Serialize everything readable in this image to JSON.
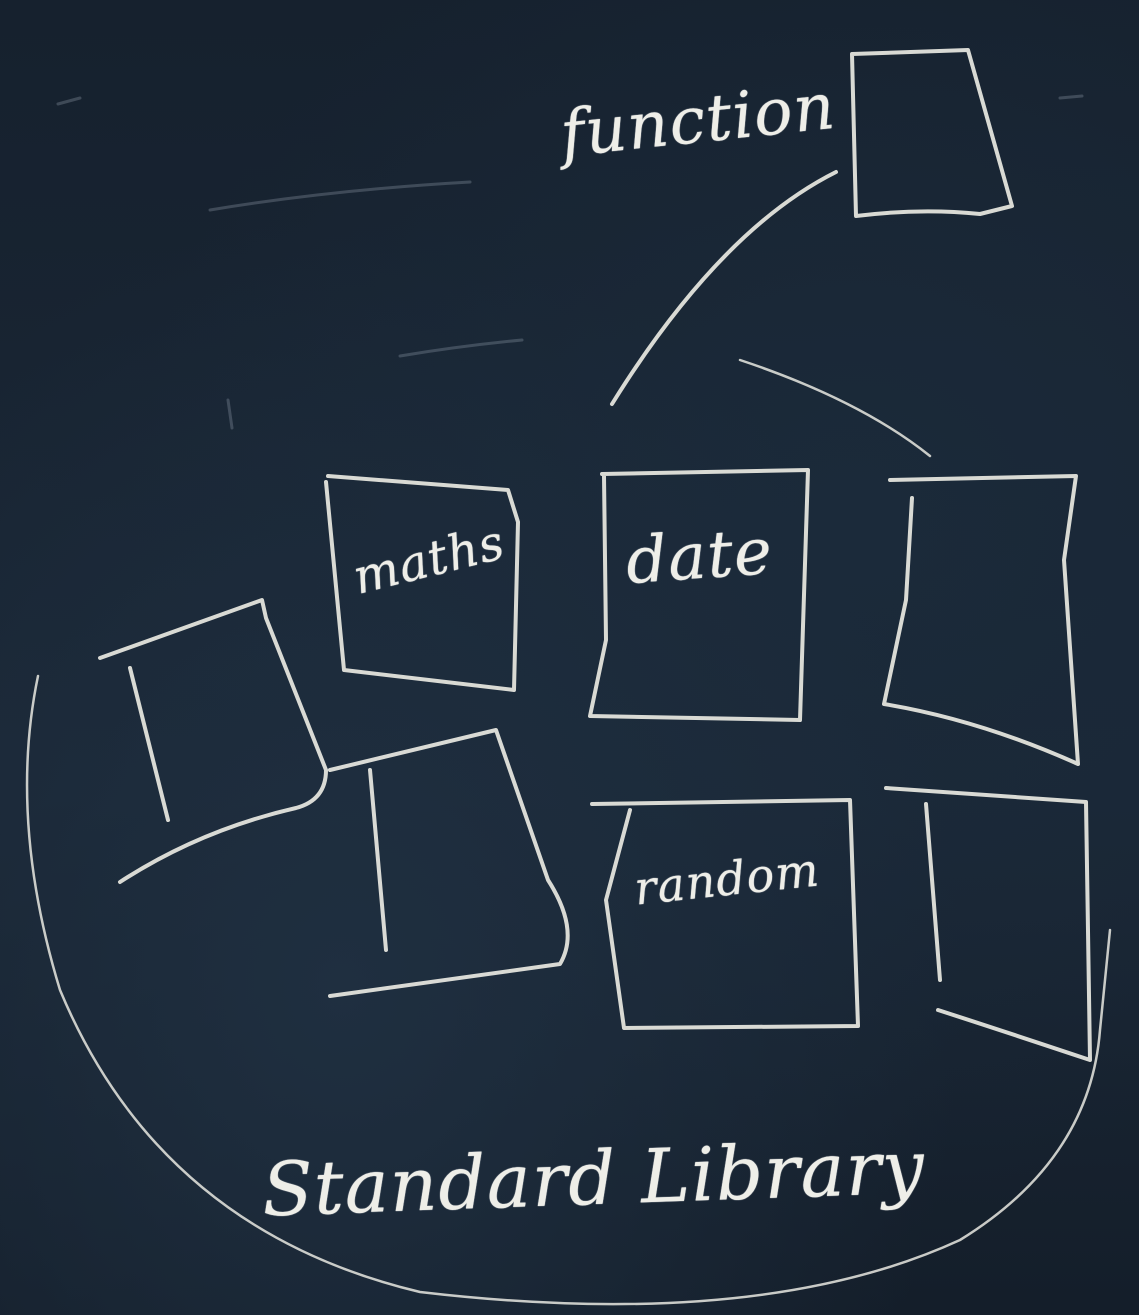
{
  "labels": {
    "function": "function",
    "maths": "maths",
    "date": "date",
    "random": "random",
    "standard_library": "Standard Library"
  },
  "colors": {
    "board": "#15202d",
    "chalk": "#e9e9e2"
  }
}
